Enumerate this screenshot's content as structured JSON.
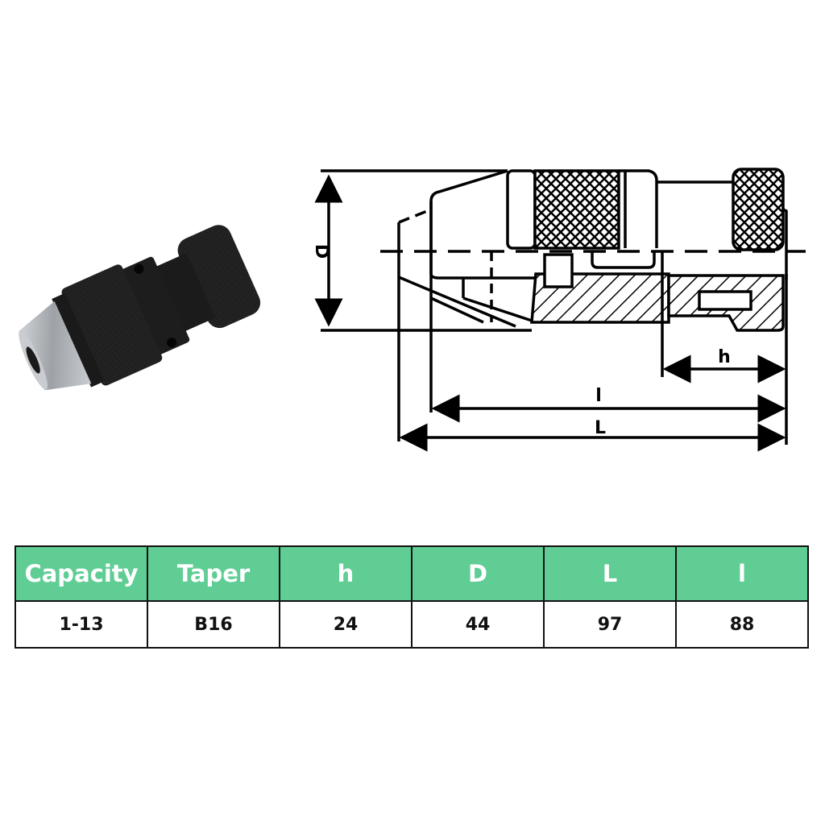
{
  "product_image": {
    "icon": "keyless-drill-chuck-photo",
    "colors": {
      "body": "#1a1a1a",
      "nose": "#b8bbbf"
    }
  },
  "drawing": {
    "labels": {
      "D": "D",
      "h": "h",
      "l": "l",
      "L": "L"
    }
  },
  "table": {
    "header_color": "#5fcd94",
    "columns": [
      "Capacity",
      "Taper",
      "h",
      "D",
      "L",
      "l"
    ],
    "rows": [
      [
        "1-13",
        "B16",
        "24",
        "44",
        "97",
        "88"
      ]
    ]
  }
}
